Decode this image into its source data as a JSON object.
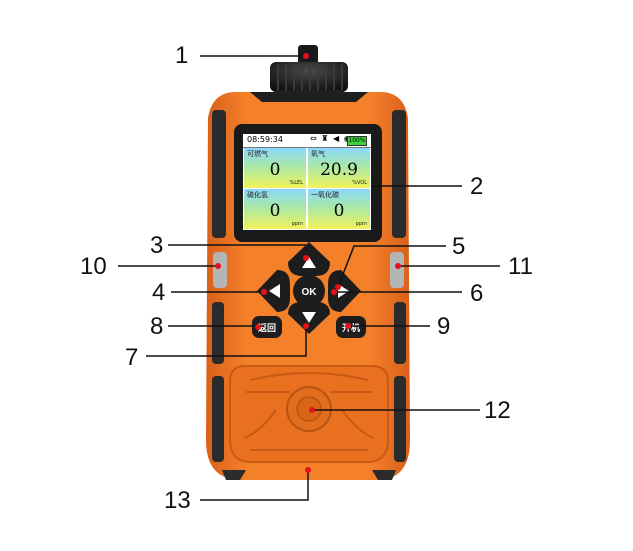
{
  "screen": {
    "time": "08:59:34",
    "status_icons": "⇔ ♜ ◀ ◉",
    "battery": "100%",
    "cells": [
      {
        "name": "可燃气",
        "value": "0",
        "unit": "%LEL"
      },
      {
        "name": "氧气",
        "value": "20.9",
        "unit": "%VOL"
      },
      {
        "name": "硫化氢",
        "value": "0",
        "unit": "ppm"
      },
      {
        "name": "一氧化碳",
        "value": "0",
        "unit": "ppm"
      }
    ]
  },
  "keys": {
    "ok": "OK",
    "back": "返回",
    "power": "开机"
  },
  "callouts": [
    "1",
    "2",
    "3",
    "4",
    "5",
    "6",
    "7",
    "8",
    "9",
    "10",
    "11",
    "12",
    "13"
  ],
  "colors": {
    "body_orange": "#f47a22",
    "dark_trim": "#2b2b2b",
    "callout_dot": "#e8101a",
    "button_black": "#1d1d1d"
  }
}
